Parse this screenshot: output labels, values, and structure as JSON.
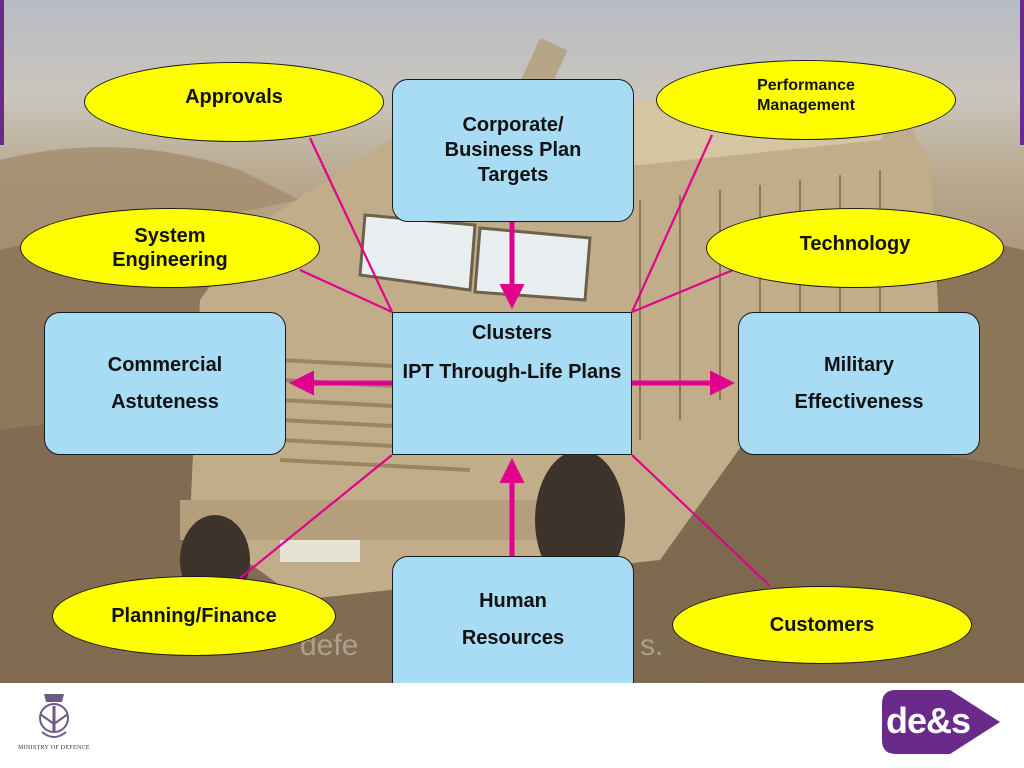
{
  "center": {
    "line1": "Clusters",
    "line2": "IPT Through-Life Plans"
  },
  "top_box": {
    "label": "Corporate/ Business Plan Targets"
  },
  "left_box": {
    "line1": "Commercial",
    "line2": "Astuteness"
  },
  "right_box": {
    "line1": "Military",
    "line2": "Effectiveness"
  },
  "bottom_box": {
    "line1": "Human",
    "line2": "Resources"
  },
  "ovals": {
    "approvals": "Approvals",
    "performance_management": "Performance Management",
    "system_engineering": "System Engineering",
    "technology": "Technology",
    "planning_finance": "Planning/Finance",
    "customers": "Customers"
  },
  "footer": {
    "mod_text": "MINISTRY OF DEFENCE",
    "des_logo": "de&s"
  },
  "colors": {
    "box_fill": "#a8dcf4",
    "oval_fill": "#ffff00",
    "arrow": "#e0008c",
    "brand_purple": "#6a2a8c"
  }
}
